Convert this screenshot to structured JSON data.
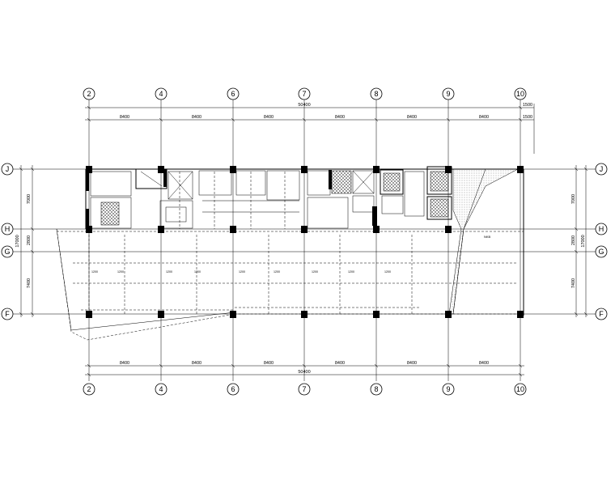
{
  "vertical_axes": [
    "2",
    "4",
    "6",
    "7",
    "8",
    "9",
    "10"
  ],
  "horizontal_axes": [
    "J",
    "H",
    "G",
    "F"
  ],
  "top_dims": {
    "bays": [
      "8400",
      "8400",
      "8400",
      "8400",
      "8400",
      "8400"
    ],
    "total": "50400",
    "right_offset_top": "1500",
    "right_offset_mid": "1500"
  },
  "bottom_dims": {
    "bays": [
      "8400",
      "8400",
      "8400",
      "8400",
      "8400",
      "8400"
    ],
    "total": "50400"
  },
  "left_dims": {
    "spans": [
      "7000",
      "2800",
      "7400"
    ],
    "total": "17000"
  },
  "right_dims": {
    "spans": [
      "7000",
      "2800",
      "7400"
    ],
    "total": "17000"
  },
  "room_label": "NKB",
  "beam_marks": [
    "1200",
    "1200",
    "1200",
    "1200",
    "1200",
    "1200",
    "1200",
    "1200",
    "1200"
  ]
}
